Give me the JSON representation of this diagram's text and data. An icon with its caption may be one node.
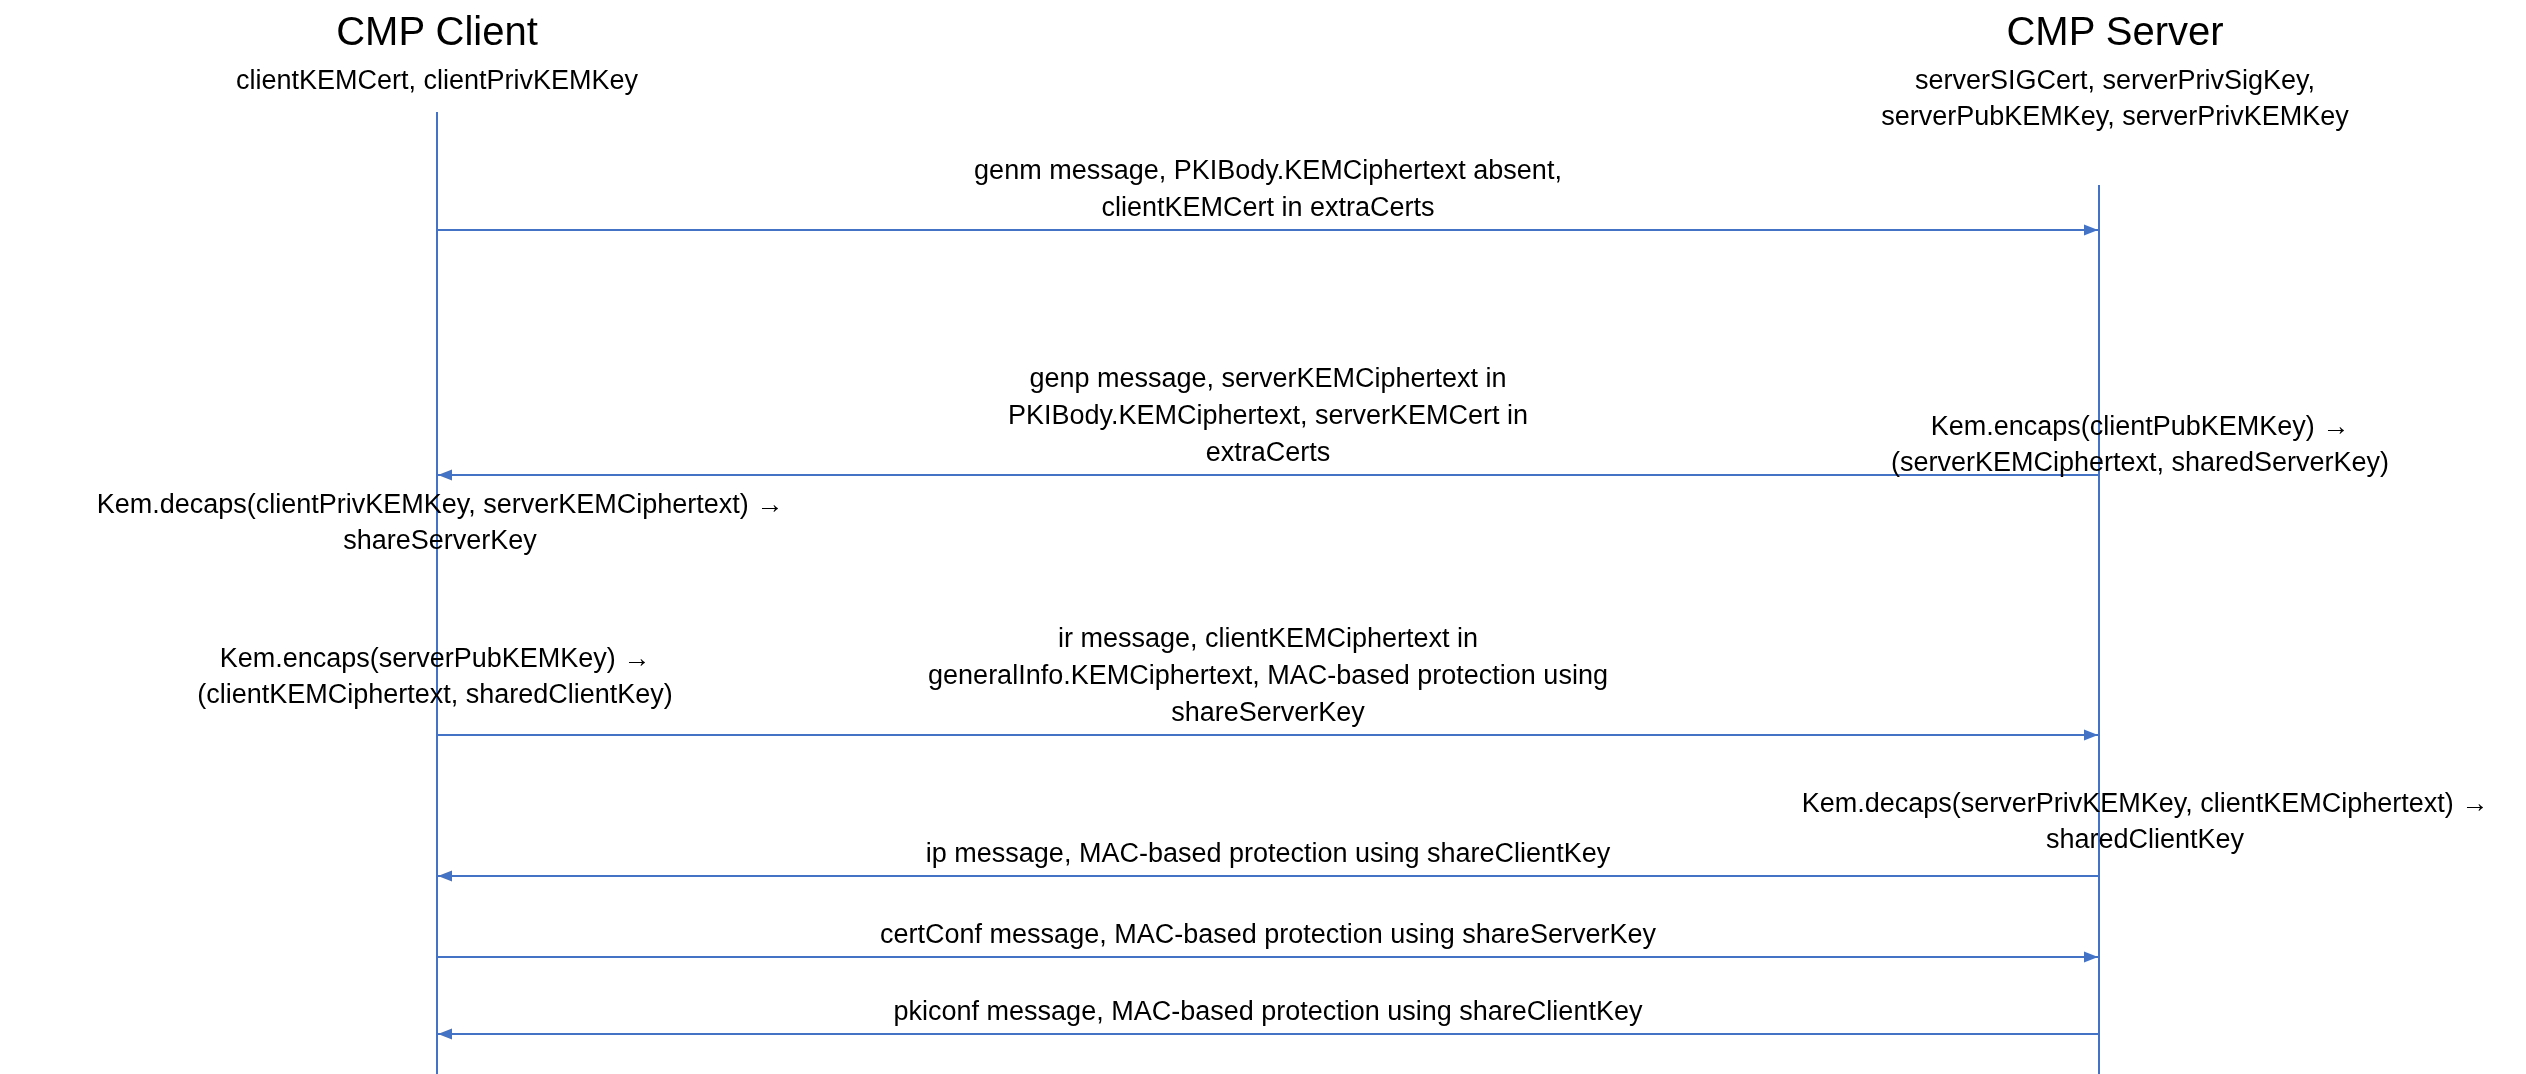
{
  "diagram": {
    "nodes": [
      {
        "text": [
          "CMP Client",
          "clientKEMCert, clientPrivKEMKey"
        ]
      },
      {
        "text": [
          "CMP Server",
          "serverSIGCert, serverPrivSigKey, serverPubKEMKey, serverPrivKEMKey"
        ]
      }
    ],
    "edges": [
      {
        "from": 0,
        "to": 1,
        "arrow": "to",
        "label": "genm message, PKIBody.KEMCiphertext absent, clientKEMCert in extraCerts"
      },
      {
        "from": 1,
        "to": 0,
        "arrow": "to",
        "label": "genp message, serverKEMCiphertext in PKIBody.KEMCiphertext, serverKEMCert in extraCerts"
      },
      {
        "from": 0,
        "to": 1,
        "arrow": "to",
        "label": "ir message, clientKEMCiphertext in generalInfo.KEMCiphertext, MAC-based protection using shareServerKey"
      },
      {
        "from": 1,
        "to": 0,
        "arrow": "to",
        "label": "ip message, MAC-based protection using shareClientKey"
      },
      {
        "from": 0,
        "to": 1,
        "arrow": "to",
        "label": "certConf message, MAC-based protection using shareServerKey"
      },
      {
        "from": 1,
        "to": 0,
        "arrow": "to",
        "label": "pkiconf message, MAC-based protection using shareClientKey"
      }
    ],
    "labels": [
      "Kem.encaps(clientPubKEMKey) → (serverKEMCiphertext, sharedServerKey)",
      "Kem.decaps(clientPrivKEMKey, serverKEMCiphertext) → shareServerKey",
      "Kem.encaps(serverPubKEMKey) → (clientKEMCiphertext, sharedClientKey)",
      "Kem.decaps(serverPrivKEMKey, clientKEMCiphertext) → sharedClientKey"
    ]
  }
}
